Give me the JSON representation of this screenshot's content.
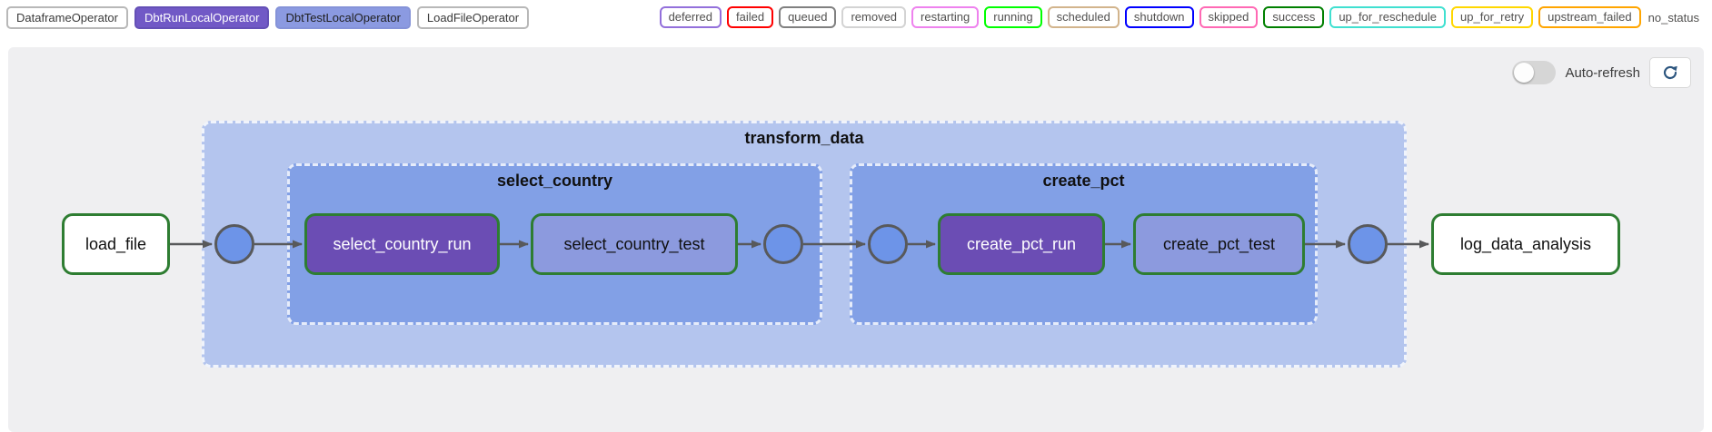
{
  "operator_legend": {
    "items": [
      {
        "label": "DataframeOperator",
        "fill": "#ffffff",
        "text": "#3a3a3a"
      },
      {
        "label": "DbtRunLocalOperator",
        "fill": "#7159c6",
        "text": "#ffffff"
      },
      {
        "label": "DbtTestLocalOperator",
        "fill": "#8b9ae1",
        "text": "#1f1f1f"
      },
      {
        "label": "LoadFileOperator",
        "fill": "#ffffff",
        "text": "#3a3a3a"
      }
    ]
  },
  "status_legend": {
    "items": [
      {
        "label": "deferred",
        "color": "mediumpurple"
      },
      {
        "label": "failed",
        "color": "red"
      },
      {
        "label": "queued",
        "color": "gray"
      },
      {
        "label": "removed",
        "color": "lightgrey"
      },
      {
        "label": "restarting",
        "color": "violet"
      },
      {
        "label": "running",
        "color": "lime"
      },
      {
        "label": "scheduled",
        "color": "tan"
      },
      {
        "label": "shutdown",
        "color": "blue"
      },
      {
        "label": "skipped",
        "color": "hotpink"
      },
      {
        "label": "success",
        "color": "green"
      },
      {
        "label": "up_for_reschedule",
        "color": "turquoise"
      },
      {
        "label": "up_for_retry",
        "color": "gold"
      },
      {
        "label": "upstream_failed",
        "color": "orange"
      },
      {
        "label": "no_status",
        "color": "none"
      }
    ]
  },
  "controls": {
    "auto_refresh_label": "Auto-refresh",
    "auto_refresh_on": false,
    "refresh_icon": "refresh-icon"
  },
  "dag": {
    "groups": [
      {
        "id": "transform_data",
        "label": "transform_data",
        "fill": "#b4c5ee"
      },
      {
        "id": "select_country",
        "label": "select_country",
        "parent": "transform_data",
        "fill": "#82a0e6"
      },
      {
        "id": "create_pct",
        "label": "create_pct",
        "parent": "transform_data",
        "fill": "#82a0e6"
      }
    ],
    "tasks": [
      {
        "id": "load_file",
        "label": "load_file",
        "fill": "#ffffff",
        "text": "#101010",
        "border_state": "success"
      },
      {
        "id": "select_country_run",
        "label": "select_country_run",
        "fill": "#6b4db4",
        "text": "#ffffff",
        "border_state": "success",
        "group": "select_country"
      },
      {
        "id": "select_country_test",
        "label": "select_country_test",
        "fill": "#8c9ade",
        "text": "#101010",
        "border_state": "success",
        "group": "select_country"
      },
      {
        "id": "create_pct_run",
        "label": "create_pct_run",
        "fill": "#6b4db4",
        "text": "#ffffff",
        "border_state": "success",
        "group": "create_pct"
      },
      {
        "id": "create_pct_test",
        "label": "create_pct_test",
        "fill": "#8c9ade",
        "text": "#101010",
        "border_state": "success",
        "group": "create_pct"
      },
      {
        "id": "log_data_analysis",
        "label": "log_data_analysis",
        "fill": "#ffffff",
        "text": "#101010",
        "border_state": "success"
      }
    ],
    "join_nodes": [
      {
        "id": "join_1",
        "of_group": "transform_data",
        "side": "upstream",
        "fill": "#6d94e8"
      },
      {
        "id": "join_2",
        "of_group": "select_country",
        "side": "downstream",
        "fill": "#6d94e8"
      },
      {
        "id": "join_3",
        "of_group": "create_pct",
        "side": "upstream",
        "fill": "#6d94e8"
      },
      {
        "id": "join_4",
        "of_group": "transform_data",
        "side": "downstream",
        "fill": "#6d94e8"
      }
    ],
    "edges": [
      {
        "from": "load_file",
        "to": "join_1"
      },
      {
        "from": "join_1",
        "to": "select_country_run"
      },
      {
        "from": "select_country_run",
        "to": "select_country_test"
      },
      {
        "from": "select_country_test",
        "to": "join_2"
      },
      {
        "from": "join_2",
        "to": "join_3"
      },
      {
        "from": "join_3",
        "to": "create_pct_run"
      },
      {
        "from": "create_pct_run",
        "to": "create_pct_test"
      },
      {
        "from": "create_pct_test",
        "to": "join_4"
      },
      {
        "from": "join_4",
        "to": "log_data_analysis"
      }
    ]
  },
  "colors": {
    "panel_bg": "#efeff1",
    "page_bg": "#ffffff",
    "edge": "#58595b",
    "node_success_border": "#2e7d32",
    "group_outer": "#b4c5ee",
    "group_inner": "#82a0e6",
    "group_dash": "#ffffff",
    "join_fill": "#6d94e8",
    "refresh_icon": "#2d567f"
  }
}
